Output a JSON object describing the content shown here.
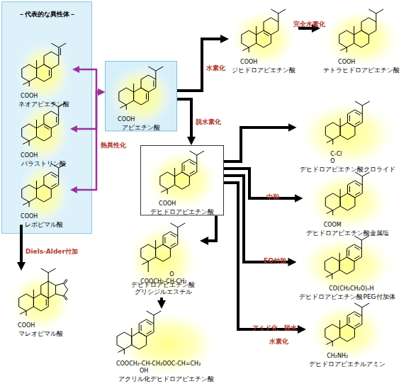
{
  "diagram": {
    "nodes": [
      {
        "text": [
          "－代表的な異性体－"
        ]
      },
      {
        "text": [
          "COOH",
          "ネオアビエチン酸"
        ],
        "in": 0
      },
      {
        "text": [
          "COOH",
          "パラストリン酸"
        ],
        "in": 0
      },
      {
        "text": [
          "COOH",
          "レボピマル酸"
        ],
        "in": 0
      },
      {
        "text": [
          "COOH",
          "アビエチン酸"
        ]
      },
      {
        "text": [
          "COOH",
          "ジヒドロアビエチン酸"
        ]
      },
      {
        "text": [
          "COOH",
          "テトラヒドロアビエチン酸"
        ]
      },
      {
        "text": [
          "COOH",
          "デヒドロアビエチン酸"
        ]
      },
      {
        "text": [
          "C-Cl",
          "O",
          "デヒドロアビエチン酸クロライド"
        ]
      },
      {
        "text": [
          "COOM",
          "デヒドロアビエチン酸金属塩"
        ]
      },
      {
        "text": [
          "O",
          "COOCH₂-CH-CH₂",
          "デヒドロアビエチン酸 グリシジルエステル"
        ]
      },
      {
        "text": [
          "CO(CH₂CH₂O)ₙH",
          "デヒドロアビエチン酸PEG付加体"
        ]
      },
      {
        "text": [
          "COOH",
          "マレオピマル酸"
        ]
      },
      {
        "text": [
          "COOCH₂-CH-CH₂OOC-CH=CH₂",
          "OH",
          "アクリル化デヒドロアビエチン酸"
        ]
      },
      {
        "text": [
          "CH₂NH₂",
          "デヒドロアビエチルアミン"
        ]
      }
    ],
    "edges": [
      {
        "from": 4,
        "to": 5,
        "arrow": "to",
        "label": "水素化"
      },
      {
        "from": 4,
        "to": 7,
        "arrow": "to",
        "label": "脱水素化"
      },
      {
        "from": 5,
        "to": 6,
        "arrow": "to",
        "label": "完全水素化"
      },
      {
        "from": 4,
        "to": 1,
        "arrow": "both"
      },
      {
        "from": 4,
        "to": 2,
        "arrow": "both",
        "label": "熱異性化"
      },
      {
        "from": 4,
        "to": 3,
        "arrow": "both"
      },
      {
        "from": 3,
        "to": 12,
        "arrow": "to",
        "label": "Diels-Alder付加"
      },
      {
        "from": 7,
        "to": 8,
        "arrow": "to"
      },
      {
        "from": 7,
        "to": 9,
        "arrow": "to",
        "label": "中和"
      },
      {
        "from": 7,
        "to": 11,
        "arrow": "to",
        "label": "EO付加"
      },
      {
        "from": 7,
        "to": 14,
        "arrow": "to",
        "label": "アミド化、脱水"
      },
      {
        "from": 7,
        "to": 10,
        "arrow": "to"
      },
      {
        "from": 10,
        "to": 13,
        "arrow": "to"
      }
    ],
    "labels": [
      "水素化"
    ]
  }
}
